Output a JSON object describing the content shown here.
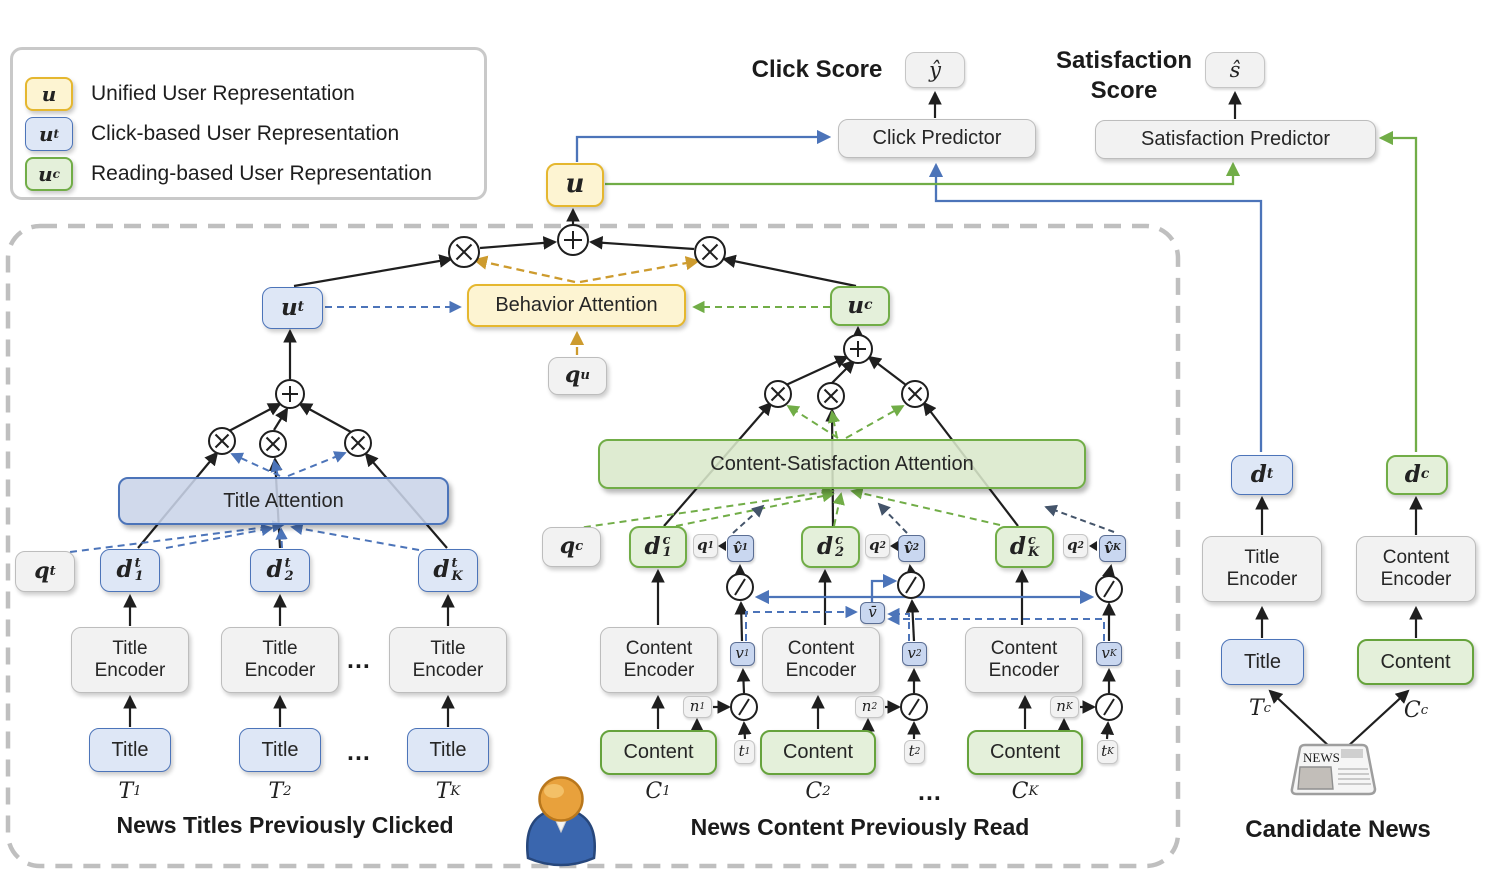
{
  "legend": {
    "items": [
      {
        "symbol": {
          "base": "u",
          "sub": ""
        },
        "label": "Unified User Representation"
      },
      {
        "symbol": {
          "base": "u",
          "sub": "t"
        },
        "label": "Click-based User Representation"
      },
      {
        "symbol": {
          "base": "u",
          "sub": "c"
        },
        "label": "Reading-based User Representation"
      }
    ]
  },
  "top": {
    "click_score_label": "Click Score",
    "click_score_value": "ŷ",
    "satisfaction_score_label_line1": "Satisfaction",
    "satisfaction_score_label_line2": "Score",
    "satisfaction_score_value": "ŝ",
    "click_predictor": "Click Predictor",
    "satisfaction_predictor": "Satisfaction Predictor"
  },
  "center": {
    "u": "u",
    "u_t": {
      "base": "u",
      "sub": "t"
    },
    "u_c": {
      "base": "u",
      "sub": "c"
    },
    "behavior_attention": "Behavior Attention",
    "q_u": {
      "base": "q",
      "sub": "u"
    }
  },
  "title_branch": {
    "attention": "Title Attention",
    "q_t": {
      "base": "q",
      "sub": "t"
    },
    "d_1": {
      "base": "d",
      "sup": "t",
      "sub": "1"
    },
    "d_2": {
      "base": "d",
      "sup": "t",
      "sub": "2"
    },
    "d_K": {
      "base": "d",
      "sup": "t",
      "sub": "K"
    },
    "encoder_line1": "Title",
    "encoder_line2": "Encoder",
    "input_box": "Title",
    "T_1": {
      "base": "T",
      "sub": "1"
    },
    "T_2": {
      "base": "T",
      "sub": "2"
    },
    "T_K": {
      "base": "T",
      "sub": "K"
    },
    "dots": "...",
    "caption": "News Titles Previously Clicked"
  },
  "content_branch": {
    "attention": "Content-Satisfaction Attention",
    "q_c": {
      "base": "q",
      "sub": "c"
    },
    "vbar": "v̄",
    "encoder_line1": "Content",
    "encoder_line2": "Encoder",
    "input_box": "Content",
    "dots": "...",
    "caption": "News Content Previously Read",
    "col1": {
      "d": {
        "base": "d",
        "sup": "c",
        "sub": "1"
      },
      "q": {
        "base": "q",
        "sub": "1"
      },
      "vhat": {
        "base": "v̂",
        "sub": "1"
      },
      "v": {
        "base": "v",
        "sub": "1"
      },
      "n": {
        "base": "n",
        "sub": "1"
      },
      "t": {
        "base": "t",
        "sub": "1"
      },
      "C": {
        "base": "C",
        "sub": "1"
      }
    },
    "col2": {
      "d": {
        "base": "d",
        "sup": "c",
        "sub": "2"
      },
      "q": {
        "base": "q",
        "sub": "2"
      },
      "vhat": {
        "base": "v̂",
        "sub": "2"
      },
      "v": {
        "base": "v",
        "sub": "2"
      },
      "n": {
        "base": "n",
        "sub": "2"
      },
      "t": {
        "base": "t",
        "sub": "2"
      },
      "C": {
        "base": "C",
        "sub": "2"
      }
    },
    "colK": {
      "d": {
        "base": "d",
        "sup": "c",
        "sub": "K"
      },
      "q": {
        "base": "q",
        "sub": "2"
      },
      "vhat": {
        "base": "v̂",
        "sub": "K"
      },
      "v": {
        "base": "v",
        "sub": "K"
      },
      "n": {
        "base": "n",
        "sub": "K"
      },
      "t": {
        "base": "t",
        "sub": "K"
      },
      "C": {
        "base": "C",
        "sub": "K"
      }
    }
  },
  "candidate": {
    "d_t": {
      "base": "d",
      "sup": "t"
    },
    "d_c": {
      "base": "d",
      "sup": "c"
    },
    "title_encoder_line1": "Title",
    "title_encoder_line2": "Encoder",
    "content_encoder_line1": "Content",
    "content_encoder_line2": "Encoder",
    "title_box": "Title",
    "content_box": "Content",
    "T_c": {
      "base": "T",
      "sub": "c"
    },
    "C_c": {
      "base": "C",
      "sub": "c"
    },
    "news_icon_text": "NEWS",
    "caption": "Candidate News"
  },
  "colors": {
    "yellow_border": "#E5B72F",
    "blue": "#4C74B9",
    "green": "#71AD47",
    "orange_dashed": "#CD9B2E",
    "navy_dashed": "#44546A"
  }
}
